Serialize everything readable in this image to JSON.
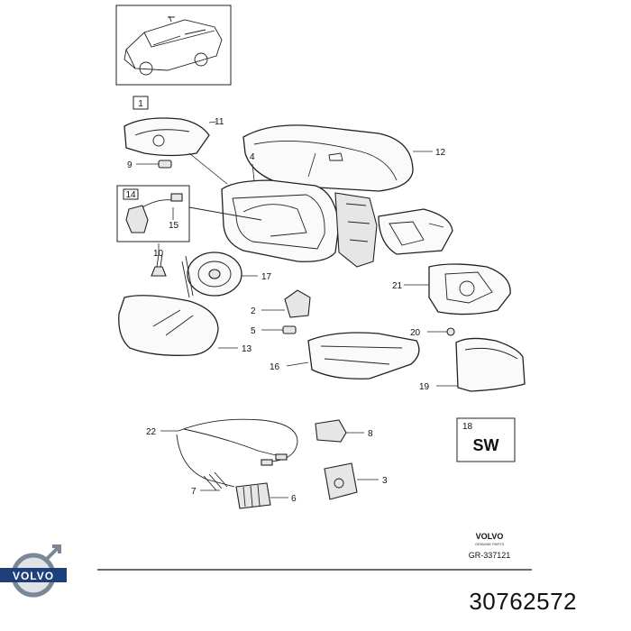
{
  "diagram": {
    "figure_box_label": "1",
    "callouts": {
      "c2": "2",
      "c3": "3",
      "c4": "4",
      "c5": "5",
      "c6": "6",
      "c7": "7",
      "c8": "8",
      "c9": "9",
      "c10": "10",
      "c11": "11",
      "c12": "12",
      "c13": "13",
      "c14": "14",
      "c15": "15",
      "c16": "16",
      "c17": "17",
      "c18": "18",
      "c19": "19",
      "c20": "20",
      "c21": "21",
      "c22": "22"
    },
    "sw_label": "SW",
    "brand_small": "VOLVO",
    "brand_sub": "GENUINE PARTS",
    "drawing_code": "GR-337121"
  },
  "footer": {
    "logo_text": "VOLVO",
    "part_number": "30762572"
  },
  "colors": {
    "line": "#222222",
    "logo_steel": "#7a8896",
    "logo_blue": "#1f3f7a"
  }
}
